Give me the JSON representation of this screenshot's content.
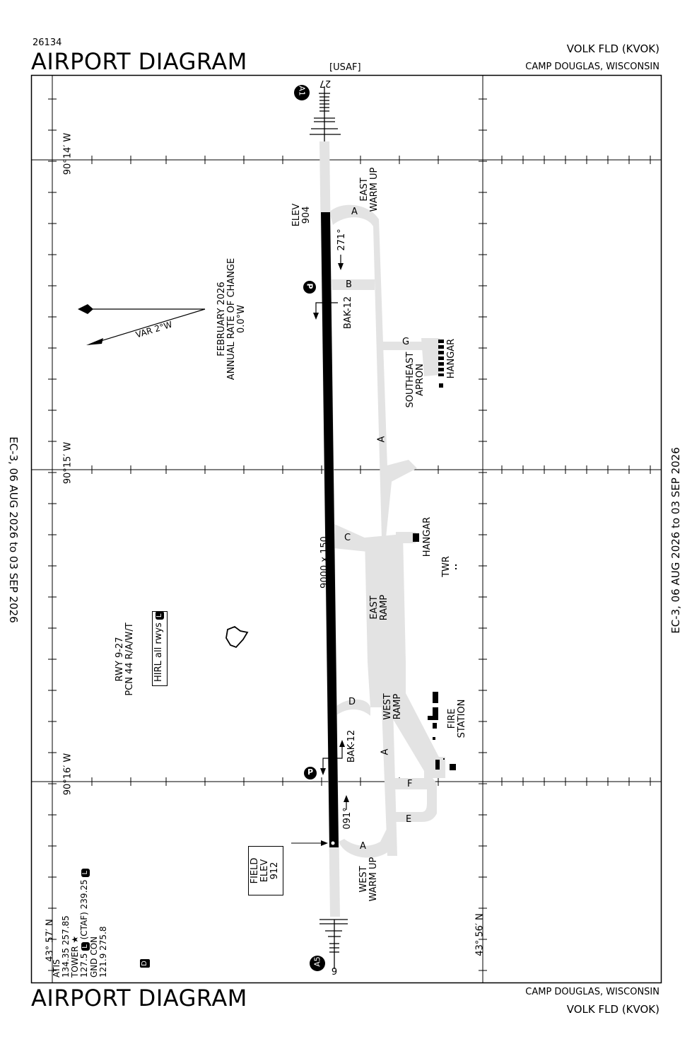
{
  "header": {
    "chart_number": "26134",
    "title": "AIRPORT DIAGRAM",
    "operator": "[USAF]",
    "airport_name": "VOLK FLD  (KVOK)",
    "location": "CAMP DOUGLAS, WISCONSIN"
  },
  "footer": {
    "title": "AIRPORT DIAGRAM",
    "location": "CAMP DOUGLAS, WISCONSIN",
    "airport_name": "VOLK FLD  (KVOK)"
  },
  "effective_dates": "EC-3,  06 AUG 2026  to  03 SEP 2026",
  "coordinates": {
    "lon_1": "90°14′ W",
    "lon_2": "90°15′ W",
    "lon_3": "90°16′ W",
    "lat_1": "43° 57′ N",
    "lat_2": "43° 56′ N"
  },
  "magvar": {
    "var": "VAR 2°W",
    "line1": "FEBRUARY 2026",
    "line2": "ANNUAL RATE OF CHANGE",
    "line3": "0.0°W"
  },
  "runway": {
    "dimensions": "9000 x 150",
    "end_27": "27",
    "end_9": "9",
    "heading_271": "271°",
    "heading_091": "091°",
    "elev_27_label": "ELEV",
    "elev_27_value": "904",
    "field_elev_line1": "FIELD",
    "field_elev_line2": "ELEV",
    "field_elev_line3": "912",
    "bak_12": "BAK-12",
    "approach_light_27": "A1",
    "approach_light_9": "A5",
    "papi": "P"
  },
  "runway_info": {
    "line1": "RWY 9-27",
    "line2": "PCN 44 R/A/W/T",
    "hirl": "HIRL all rwys"
  },
  "taxiways": {
    "a": "A",
    "b": "B",
    "c": "C",
    "d": "D",
    "e": "E",
    "f": "F",
    "g": "G"
  },
  "facilities": {
    "east_warm_up_1": "EAST",
    "east_warm_up_2": "WARM UP",
    "west_warm_up_1": "WEST",
    "west_warm_up_2": "WARM UP",
    "southeast_apron_1": "SOUTHEAST",
    "southeast_apron_2": "APRON",
    "hangar": "HANGAR",
    "east_ramp_1": "EAST",
    "east_ramp_2": "RAMP",
    "west_ramp_1": "WEST",
    "west_ramp_2": "RAMP",
    "fire_station_1": "FIRE",
    "fire_station_2": "STATION",
    "twr": "TWR"
  },
  "comms": {
    "atis_label": "ATIS",
    "atis_freq": "134.35  257.85",
    "tower_label": "TOWER",
    "tower_freq": "127.5",
    "ctaf_freq": "(CTAF) 239.25",
    "gnd_label": "GND CON",
    "gnd_freq": "121.9  275.8",
    "d_badge": "D",
    "l_badge": "L"
  },
  "colors": {
    "pavement": "#e3e3e3",
    "runway": "#000000",
    "grid": "#000000"
  }
}
